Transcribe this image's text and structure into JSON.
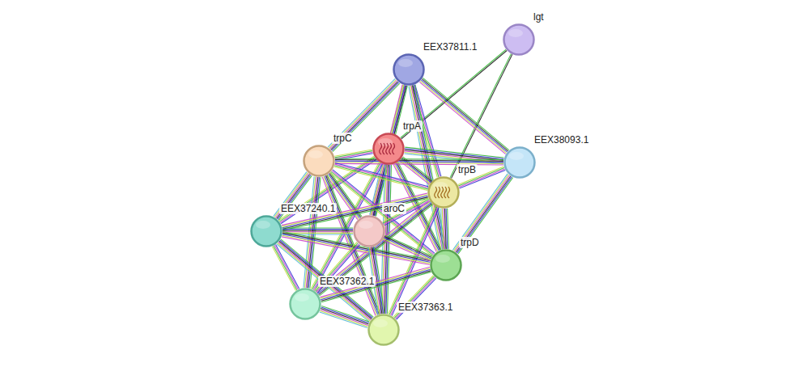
{
  "diagram": {
    "nodes": [
      {
        "text": [
          "lgt"
        ]
      },
      {
        "text": [
          "EEX37811.1"
        ]
      },
      {
        "text": [
          "trpA"
        ]
      },
      {
        "text": [
          "trpC"
        ]
      },
      {
        "text": [
          "EEX38093.1"
        ]
      },
      {
        "text": [
          "trpB"
        ]
      },
      {
        "text": [
          "EEX37240.1"
        ]
      },
      {
        "text": [
          "aroC"
        ]
      },
      {
        "text": [
          "trpD"
        ]
      },
      {
        "text": [
          "EEX37362.1"
        ]
      },
      {
        "text": [
          "EEX37363.1"
        ]
      }
    ],
    "edges": [
      {
        "from": 0,
        "to": 2,
        "arrow": "none"
      },
      {
        "from": 0,
        "to": 5,
        "arrow": "none"
      },
      {
        "from": 1,
        "to": 2,
        "arrow": "none"
      },
      {
        "from": 1,
        "to": 3,
        "arrow": "none"
      },
      {
        "from": 1,
        "to": 4,
        "arrow": "none"
      },
      {
        "from": 1,
        "to": 5,
        "arrow": "none"
      },
      {
        "from": 1,
        "to": 8,
        "arrow": "none"
      },
      {
        "from": 1,
        "to": 7,
        "arrow": "none"
      },
      {
        "from": 2,
        "to": 3,
        "arrow": "none"
      },
      {
        "from": 2,
        "to": 4,
        "arrow": "none"
      },
      {
        "from": 2,
        "to": 5,
        "arrow": "none"
      },
      {
        "from": 2,
        "to": 6,
        "arrow": "none"
      },
      {
        "from": 2,
        "to": 7,
        "arrow": "none"
      },
      {
        "from": 2,
        "to": 8,
        "arrow": "none"
      },
      {
        "from": 2,
        "to": 9,
        "arrow": "none"
      },
      {
        "from": 2,
        "to": 10,
        "arrow": "none"
      },
      {
        "from": 3,
        "to": 4,
        "arrow": "none"
      },
      {
        "from": 3,
        "to": 5,
        "arrow": "none"
      },
      {
        "from": 3,
        "to": 6,
        "arrow": "none"
      },
      {
        "from": 3,
        "to": 7,
        "arrow": "none"
      },
      {
        "from": 3,
        "to": 8,
        "arrow": "none"
      },
      {
        "from": 3,
        "to": 9,
        "arrow": "none"
      },
      {
        "from": 3,
        "to": 10,
        "arrow": "none"
      },
      {
        "from": 4,
        "to": 5,
        "arrow": "none"
      },
      {
        "from": 4,
        "to": 8,
        "arrow": "none"
      },
      {
        "from": 5,
        "to": 6,
        "arrow": "none"
      },
      {
        "from": 5,
        "to": 7,
        "arrow": "none"
      },
      {
        "from": 5,
        "to": 8,
        "arrow": "none"
      },
      {
        "from": 5,
        "to": 9,
        "arrow": "none"
      },
      {
        "from": 5,
        "to": 10,
        "arrow": "none"
      },
      {
        "from": 6,
        "to": 7,
        "arrow": "none"
      },
      {
        "from": 6,
        "to": 8,
        "arrow": "none"
      },
      {
        "from": 6,
        "to": 9,
        "arrow": "none"
      },
      {
        "from": 6,
        "to": 10,
        "arrow": "none"
      },
      {
        "from": 7,
        "to": 8,
        "arrow": "none"
      },
      {
        "from": 7,
        "to": 9,
        "arrow": "none"
      },
      {
        "from": 7,
        "to": 10,
        "arrow": "none"
      },
      {
        "from": 8,
        "to": 9,
        "arrow": "none"
      },
      {
        "from": 8,
        "to": 10,
        "arrow": "none"
      },
      {
        "from": 9,
        "to": 10,
        "arrow": "none"
      }
    ]
  }
}
